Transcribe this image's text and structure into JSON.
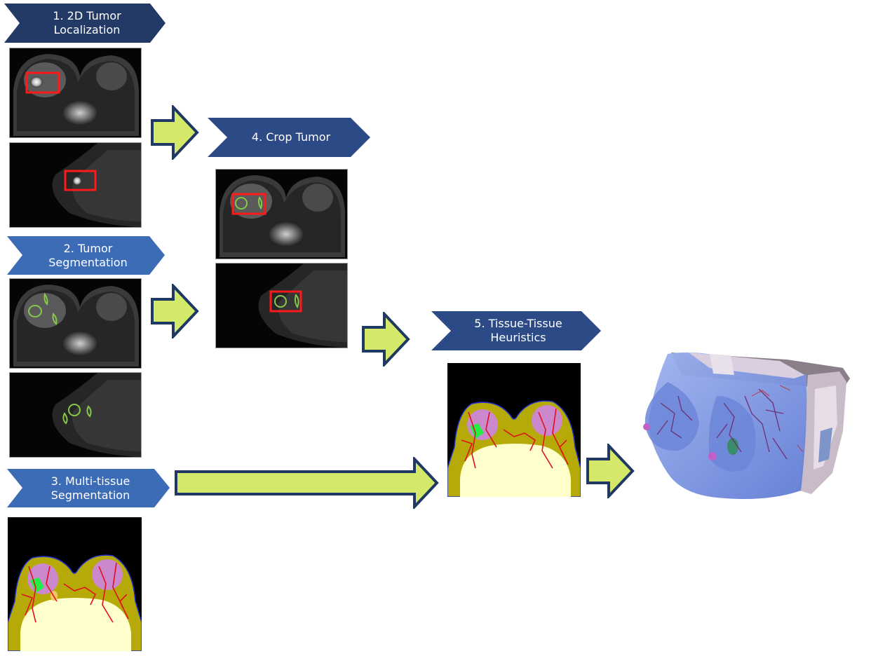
{
  "steps": [
    {
      "id": "step1",
      "label": "1. 2D Tumor\nLocalization"
    },
    {
      "id": "step2",
      "label": "2. Tumor\nSegmentation"
    },
    {
      "id": "step3",
      "label": "3. Multi-tissue\nSegmentation"
    },
    {
      "id": "step4",
      "label": "4. Crop Tumor"
    },
    {
      "id": "step5",
      "label": "5. Tissue-Tissue\nHeuristics"
    }
  ],
  "colors": {
    "banner_dark": "#233a66",
    "banner_light": "#3c6cb6",
    "arrow_fill": "#d4e86a",
    "arrow_stroke": "#1f3864",
    "tumor_box": "#ff1a1a",
    "tumor_contour": "#86c84a",
    "fat": "#b5aa08",
    "vessel": "#e0101c",
    "fibroglandular": "#cc88cc",
    "tumor_tissue": "#22ee44",
    "chest": "#ffffcc",
    "skin_outline": "#2233cc"
  }
}
